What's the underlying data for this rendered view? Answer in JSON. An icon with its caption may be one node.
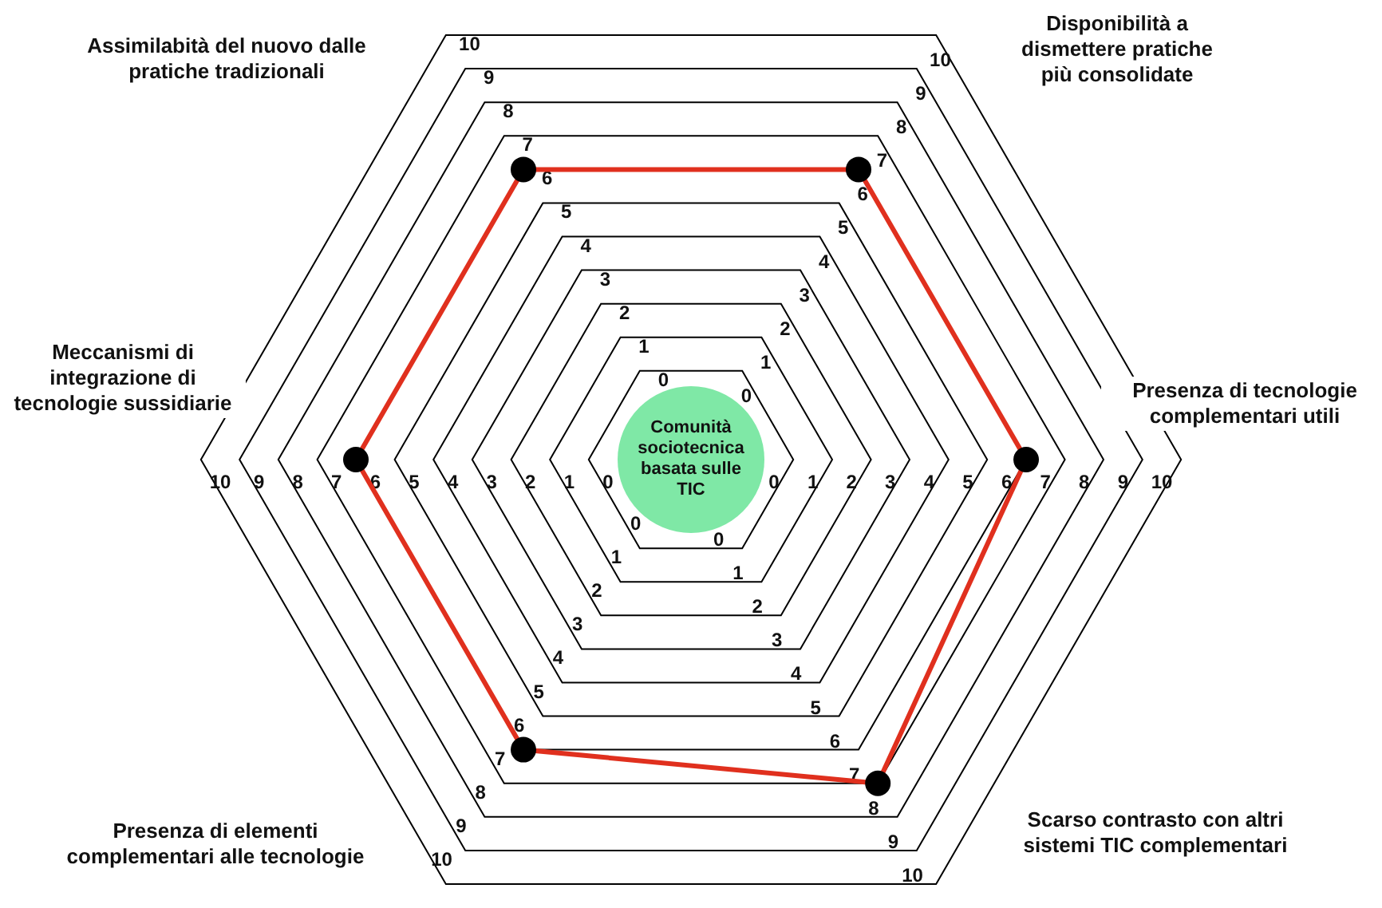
{
  "diagram": {
    "nodes": [
      {
        "text": [
          "Comunità sociotecnica basata sulle TIC"
        ]
      }
    ],
    "edges": [],
    "labels": [
      "Assimilabità del nuovo dalle pratiche tradizionali",
      "Disponibilità a dismettere pratiche più consolidate",
      "10",
      "9",
      "8",
      "7",
      "6",
      "5",
      "4",
      "3",
      "2",
      "1",
      "0",
      "10",
      "9",
      "8",
      "7",
      "6",
      "5",
      "4",
      "3",
      "2",
      "1",
      "0",
      "Meccanismi di integrazione di tecnologie sussidiarie",
      "Presenza di tecnologie complementari utili",
      "10",
      "9",
      "8",
      "7",
      "6",
      "5",
      "4",
      "3",
      "2",
      "1",
      "0",
      "0",
      "1",
      "2",
      "3",
      "4",
      "5",
      "6",
      "7",
      "8",
      "9",
      "10",
      "0",
      "1",
      "2",
      "3",
      "4",
      "5",
      "6",
      "7",
      "8",
      "9",
      "10",
      "0",
      "1",
      "2",
      "3",
      "4",
      "5",
      "6",
      "7",
      "8",
      "9",
      "10",
      "Presenza di elementi complementari alle tecnologie",
      "Scarso contrasto con altri sistemi TIC complementari"
    ]
  }
}
